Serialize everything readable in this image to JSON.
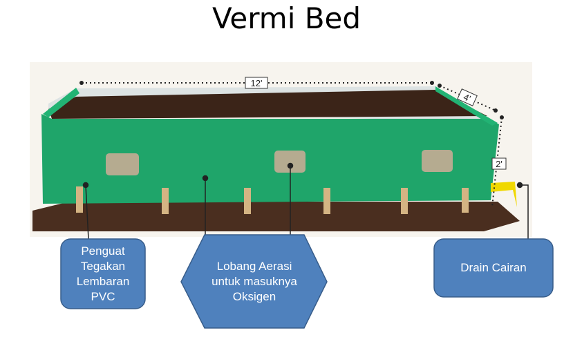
{
  "title": "Vermi Bed",
  "dimensions": {
    "length": "12'",
    "width": "4'",
    "height": "2'"
  },
  "callouts": [
    {
      "lines": [
        "Penguat",
        "Tegakan",
        "Lembaran",
        "PVC"
      ]
    },
    {
      "lines": [
        "Lobang Aerasi",
        "untuk masuknya",
        "Oksigen"
      ]
    },
    {
      "lines": [
        "Drain Cairan"
      ]
    }
  ],
  "colors": {
    "callout_fill": "#4F81BD",
    "callout_border": "#385D8A",
    "bed_green": "#1FA56A",
    "soil": "#3B2418"
  }
}
